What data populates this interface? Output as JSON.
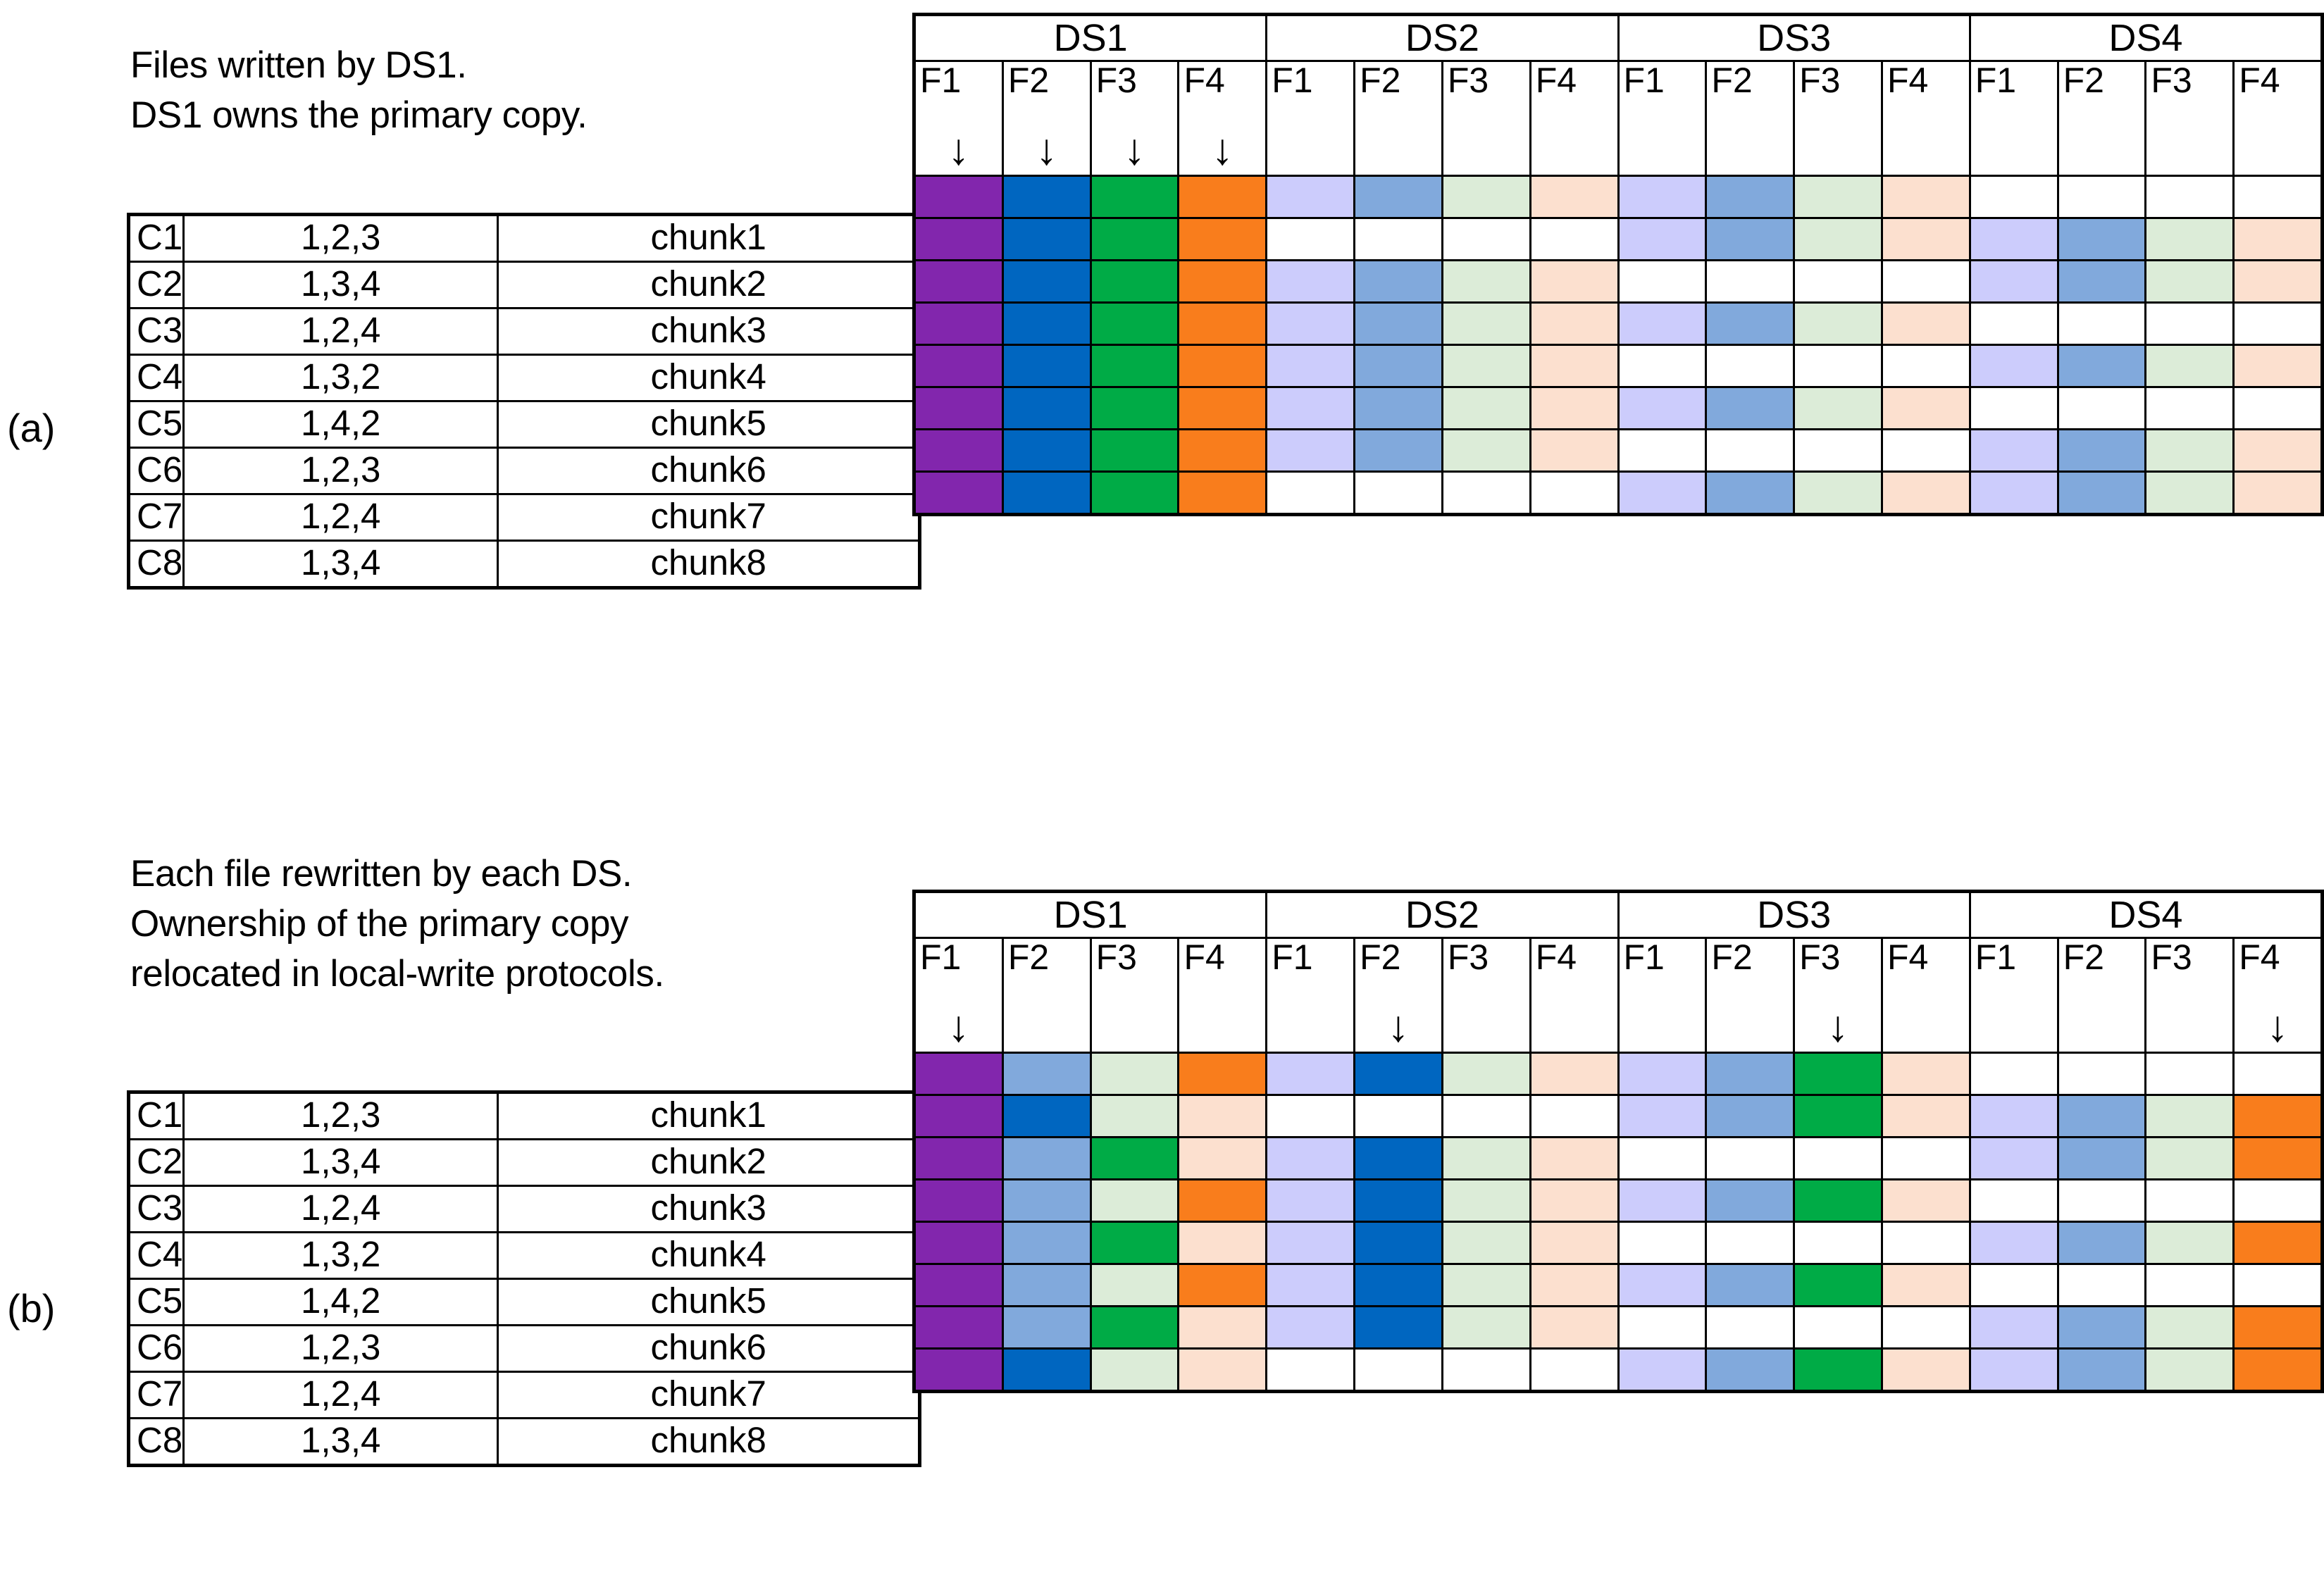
{
  "palette": {
    "white": "#ffffff",
    "purple": "#8226ad",
    "blue": "#0066c0",
    "green": "#00ab46",
    "orange": "#f97d1c",
    "lav": "#ccccfc",
    "midblue": "#81a9dc",
    "palegreen": "#dcecd8",
    "palepeach": "#fce0cf"
  },
  "panels": [
    {
      "letter": "(a)",
      "caption_lines": [
        "Files written by DS1.",
        "DS1 owns the primary copy."
      ],
      "ds_headers": [
        "DS1",
        "DS2",
        "DS3",
        "DS4"
      ],
      "file_headers": [
        "F1",
        "F2",
        "F3",
        "F4"
      ],
      "arrow_glyph": "↓",
      "arrow_columns": [
        0,
        1,
        2,
        3
      ],
      "table_columns": [
        "chunk_id",
        "replicas",
        "chunk_name"
      ],
      "rows": [
        {
          "id": "C1",
          "replicas": "1,2,3",
          "chunk": "chunk1",
          "cells": [
            "purple",
            "blue",
            "green",
            "orange",
            "lav",
            "midblue",
            "palegreen",
            "palepeach",
            "lav",
            "midblue",
            "palegreen",
            "palepeach",
            "white",
            "white",
            "white",
            "white"
          ]
        },
        {
          "id": "C2",
          "replicas": "1,3,4",
          "chunk": "chunk2",
          "cells": [
            "purple",
            "blue",
            "green",
            "orange",
            "white",
            "white",
            "white",
            "white",
            "lav",
            "midblue",
            "palegreen",
            "palepeach",
            "lav",
            "midblue",
            "palegreen",
            "palepeach"
          ]
        },
        {
          "id": "C3",
          "replicas": "1,2,4",
          "chunk": "chunk3",
          "cells": [
            "purple",
            "blue",
            "green",
            "orange",
            "lav",
            "midblue",
            "palegreen",
            "palepeach",
            "white",
            "white",
            "white",
            "white",
            "lav",
            "midblue",
            "palegreen",
            "palepeach"
          ]
        },
        {
          "id": "C4",
          "replicas": "1,3,2",
          "chunk": "chunk4",
          "cells": [
            "purple",
            "blue",
            "green",
            "orange",
            "lav",
            "midblue",
            "palegreen",
            "palepeach",
            "lav",
            "midblue",
            "palegreen",
            "palepeach",
            "white",
            "white",
            "white",
            "white"
          ]
        },
        {
          "id": "C5",
          "replicas": "1,4,2",
          "chunk": "chunk5",
          "cells": [
            "purple",
            "blue",
            "green",
            "orange",
            "lav",
            "midblue",
            "palegreen",
            "palepeach",
            "white",
            "white",
            "white",
            "white",
            "lav",
            "midblue",
            "palegreen",
            "palepeach"
          ]
        },
        {
          "id": "C6",
          "replicas": "1,2,3",
          "chunk": "chunk6",
          "cells": [
            "purple",
            "blue",
            "green",
            "orange",
            "lav",
            "midblue",
            "palegreen",
            "palepeach",
            "lav",
            "midblue",
            "palegreen",
            "palepeach",
            "white",
            "white",
            "white",
            "white"
          ]
        },
        {
          "id": "C7",
          "replicas": "1,2,4",
          "chunk": "chunk7",
          "cells": [
            "purple",
            "blue",
            "green",
            "orange",
            "lav",
            "midblue",
            "palegreen",
            "palepeach",
            "white",
            "white",
            "white",
            "white",
            "lav",
            "midblue",
            "palegreen",
            "palepeach"
          ]
        },
        {
          "id": "C8",
          "replicas": "1,3,4",
          "chunk": "chunk8",
          "cells": [
            "purple",
            "blue",
            "green",
            "orange",
            "white",
            "white",
            "white",
            "white",
            "lav",
            "midblue",
            "palegreen",
            "palepeach",
            "lav",
            "midblue",
            "palegreen",
            "palepeach"
          ]
        }
      ]
    },
    {
      "letter": "(b)",
      "caption_lines": [
        "Each file rewritten by each DS.",
        "Ownership of the primary copy",
        "relocated in local-write protocols."
      ],
      "ds_headers": [
        "DS1",
        "DS2",
        "DS3",
        "DS4"
      ],
      "file_headers": [
        "F1",
        "F2",
        "F3",
        "F4"
      ],
      "arrow_glyph": "↓",
      "arrow_columns": [
        0,
        5,
        10,
        15
      ],
      "table_columns": [
        "chunk_id",
        "replicas",
        "chunk_name"
      ],
      "rows": [
        {
          "id": "C1",
          "replicas": "1,2,3",
          "chunk": "chunk1",
          "cells": [
            "purple",
            "midblue",
            "palegreen",
            "orange",
            "lav",
            "blue",
            "palegreen",
            "palepeach",
            "lav",
            "midblue",
            "green",
            "palepeach",
            "white",
            "white",
            "white",
            "white"
          ]
        },
        {
          "id": "C2",
          "replicas": "1,3,4",
          "chunk": "chunk2",
          "cells": [
            "purple",
            "blue",
            "palegreen",
            "palepeach",
            "white",
            "white",
            "white",
            "white",
            "lav",
            "midblue",
            "green",
            "palepeach",
            "lav",
            "midblue",
            "palegreen",
            "orange"
          ]
        },
        {
          "id": "C3",
          "replicas": "1,2,4",
          "chunk": "chunk3",
          "cells": [
            "purple",
            "midblue",
            "green",
            "palepeach",
            "lav",
            "blue",
            "palegreen",
            "palepeach",
            "white",
            "white",
            "white",
            "white",
            "lav",
            "midblue",
            "palegreen",
            "orange"
          ]
        },
        {
          "id": "C4",
          "replicas": "1,3,2",
          "chunk": "chunk4",
          "cells": [
            "purple",
            "midblue",
            "palegreen",
            "orange",
            "lav",
            "blue",
            "palegreen",
            "palepeach",
            "lav",
            "midblue",
            "green",
            "palepeach",
            "white",
            "white",
            "white",
            "white"
          ]
        },
        {
          "id": "C5",
          "replicas": "1,4,2",
          "chunk": "chunk5",
          "cells": [
            "purple",
            "midblue",
            "green",
            "palepeach",
            "lav",
            "blue",
            "palegreen",
            "palepeach",
            "white",
            "white",
            "white",
            "white",
            "lav",
            "midblue",
            "palegreen",
            "orange"
          ]
        },
        {
          "id": "C6",
          "replicas": "1,2,3",
          "chunk": "chunk6",
          "cells": [
            "purple",
            "midblue",
            "palegreen",
            "orange",
            "lav",
            "blue",
            "palegreen",
            "palepeach",
            "lav",
            "midblue",
            "green",
            "palepeach",
            "white",
            "white",
            "white",
            "white"
          ]
        },
        {
          "id": "C7",
          "replicas": "1,2,4",
          "chunk": "chunk7",
          "cells": [
            "purple",
            "midblue",
            "green",
            "palepeach",
            "lav",
            "blue",
            "palegreen",
            "palepeach",
            "white",
            "white",
            "white",
            "white",
            "lav",
            "midblue",
            "palegreen",
            "orange"
          ]
        },
        {
          "id": "C8",
          "replicas": "1,3,4",
          "chunk": "chunk8",
          "cells": [
            "purple",
            "blue",
            "palegreen",
            "palepeach",
            "white",
            "white",
            "white",
            "white",
            "lav",
            "midblue",
            "green",
            "palepeach",
            "lav",
            "midblue",
            "palegreen",
            "orange"
          ]
        }
      ]
    }
  ]
}
